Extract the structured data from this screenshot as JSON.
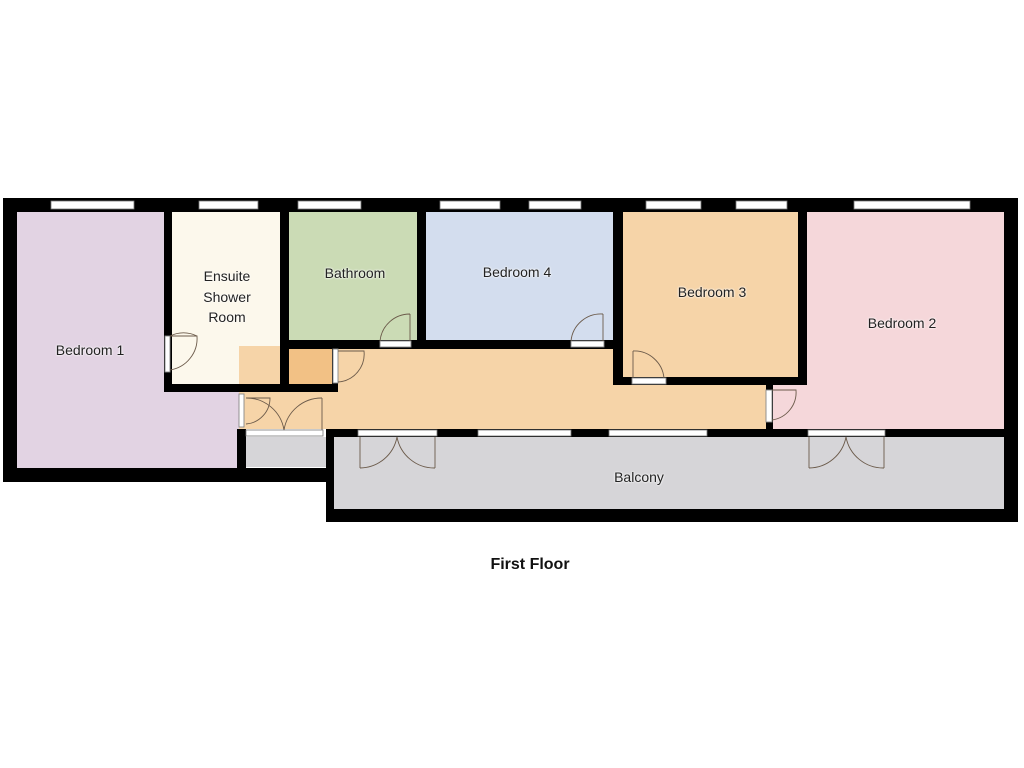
{
  "floor_title": "First Floor",
  "rooms": {
    "bedroom1": {
      "label": "Bedroom 1",
      "color": "#e2d3e3"
    },
    "ensuite": {
      "label_line1": "Ensuite",
      "label_line2": "Shower",
      "label_line3": "Room",
      "color": "#fcf8ec"
    },
    "bathroom": {
      "label": "Bathroom",
      "color": "#cbdbb5"
    },
    "bedroom4": {
      "label": "Bedroom 4",
      "color": "#d3ddee"
    },
    "bedroom3": {
      "label": "Bedroom 3",
      "color": "#f6d4a8"
    },
    "bedroom2": {
      "label": "Bedroom 2",
      "color": "#f5d7da"
    },
    "hallway": {
      "label": "",
      "color": "#f6d4a8"
    },
    "cupboard": {
      "label": "",
      "color": "#f2c185"
    },
    "balcony": {
      "label": "Balcony",
      "color": "#d6d5d8"
    }
  },
  "colors": {
    "wall": "#000000",
    "window": "#ffffff",
    "door_line": "#6b5a4a"
  }
}
